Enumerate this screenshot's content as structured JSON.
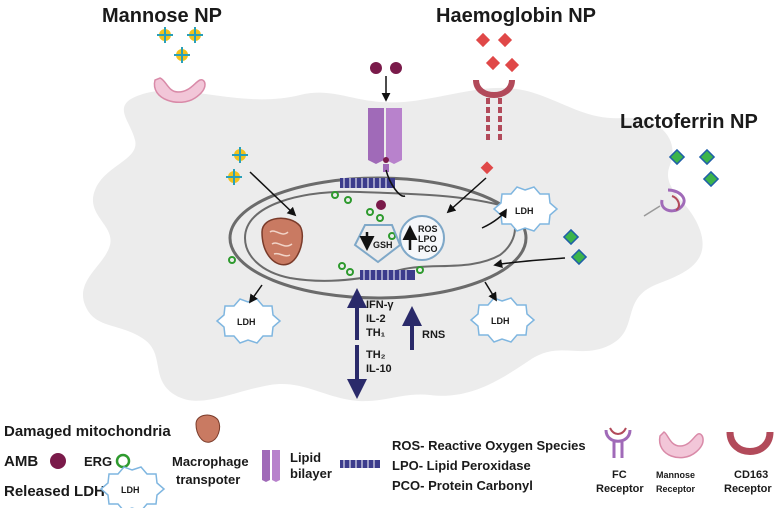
{
  "titles": {
    "mannose": "Mannose NP",
    "haemoglobin": "Haemoglobin NP",
    "lactoferrin": "Lactoferrin NP"
  },
  "cell": {
    "ros": "ROS",
    "lpo": "LPO",
    "pco": "PCO",
    "gsh": "GSH",
    "ldh": "LDH",
    "cytokines_up": [
      "IFN-γ",
      "IL-2",
      "TH₁"
    ],
    "cytokines_down": [
      "TH₂",
      "IL-10"
    ],
    "rns": "RNS"
  },
  "legend": {
    "damaged_mito": "Damaged mitochondria",
    "amb": "AMB",
    "erg": "ERG",
    "released_ldh": "Released LDH",
    "ldh_badge": "LDH",
    "macrophage_1": "Macrophage",
    "macrophage_2": "transpoter",
    "lipid_1": "Lipid",
    "lipid_2": "bilayer",
    "ros_def": "ROS- Reactive Oxygen Species",
    "lpo_def": "LPO- Lipid Peroxidase",
    "pco_def": "PCO- Protein Carbonyl",
    "fc_1": "FC",
    "fc_2": "Receptor",
    "mannose_r_1": "Mannose",
    "mannose_r_2": "Receptor",
    "cd163_1": "CD163",
    "cd163_2": "Receptor"
  },
  "colors": {
    "cell": "#ececec",
    "mito_outline": "#6b6b6b",
    "amb": "#7a1a4a",
    "erg": "#2e9a2e",
    "transporter": "#a06ab8",
    "cd163": "#b24a5a",
    "mannose_receptor": "#f2c6d8",
    "arrow": "#2a2a6a",
    "nanoparticle_gold": "#f3c21c",
    "hb_red": "#e04848",
    "lacto_green": "#3cb44b",
    "ldh_blue": "#7fb6e0"
  }
}
